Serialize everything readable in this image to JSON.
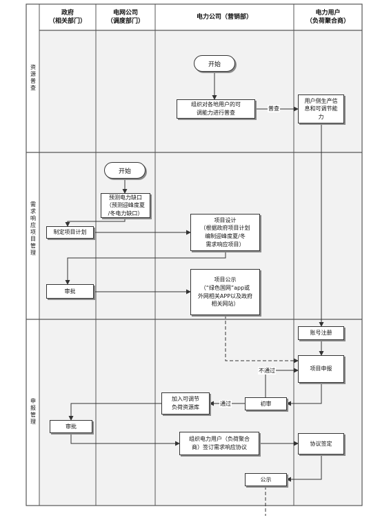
{
  "columns": {
    "col1": "政府\n（相关部门）",
    "col2": "电网公司\n（调度部门）",
    "col3": "电力公司（营销部）",
    "col4": "电力用户\n（负荷聚合商）"
  },
  "lanes": {
    "lane1": "资源普查",
    "lane2": "需求响应项目管理",
    "lane3": "申报管理"
  },
  "nodes": {
    "start1": "开始",
    "survey": "组织对各地用户的可\n调能力进行普查",
    "user_info": "用户侧生产信\n息和可调节能\n力",
    "start2": "开始",
    "predict": "预测电力缺口\n（预测迎峰度夏\n/冬电力缺口）",
    "plan": "制定项目计划",
    "design": "项目设计\n（根据政府项目计划\n编制迎峰度夏/冬\n需求响应项目）",
    "approve1": "审批",
    "publicity": "项目公示\n（“绿色国网”app或\n外网相关APP以及政府\n相关网站）",
    "account": "账号注册",
    "apply": "项目申报",
    "review": "初审",
    "add_lib": "加入可调节\n负荷资源库",
    "approve2": "审批",
    "sign": "组织电力用户（负荷聚合\n商）签订需求响应协议",
    "agreement": "协议签定",
    "announce": "公示"
  },
  "edge_labels": {
    "survey_label": "普查",
    "fail_label": "不通过",
    "pass_label": "通过"
  }
}
